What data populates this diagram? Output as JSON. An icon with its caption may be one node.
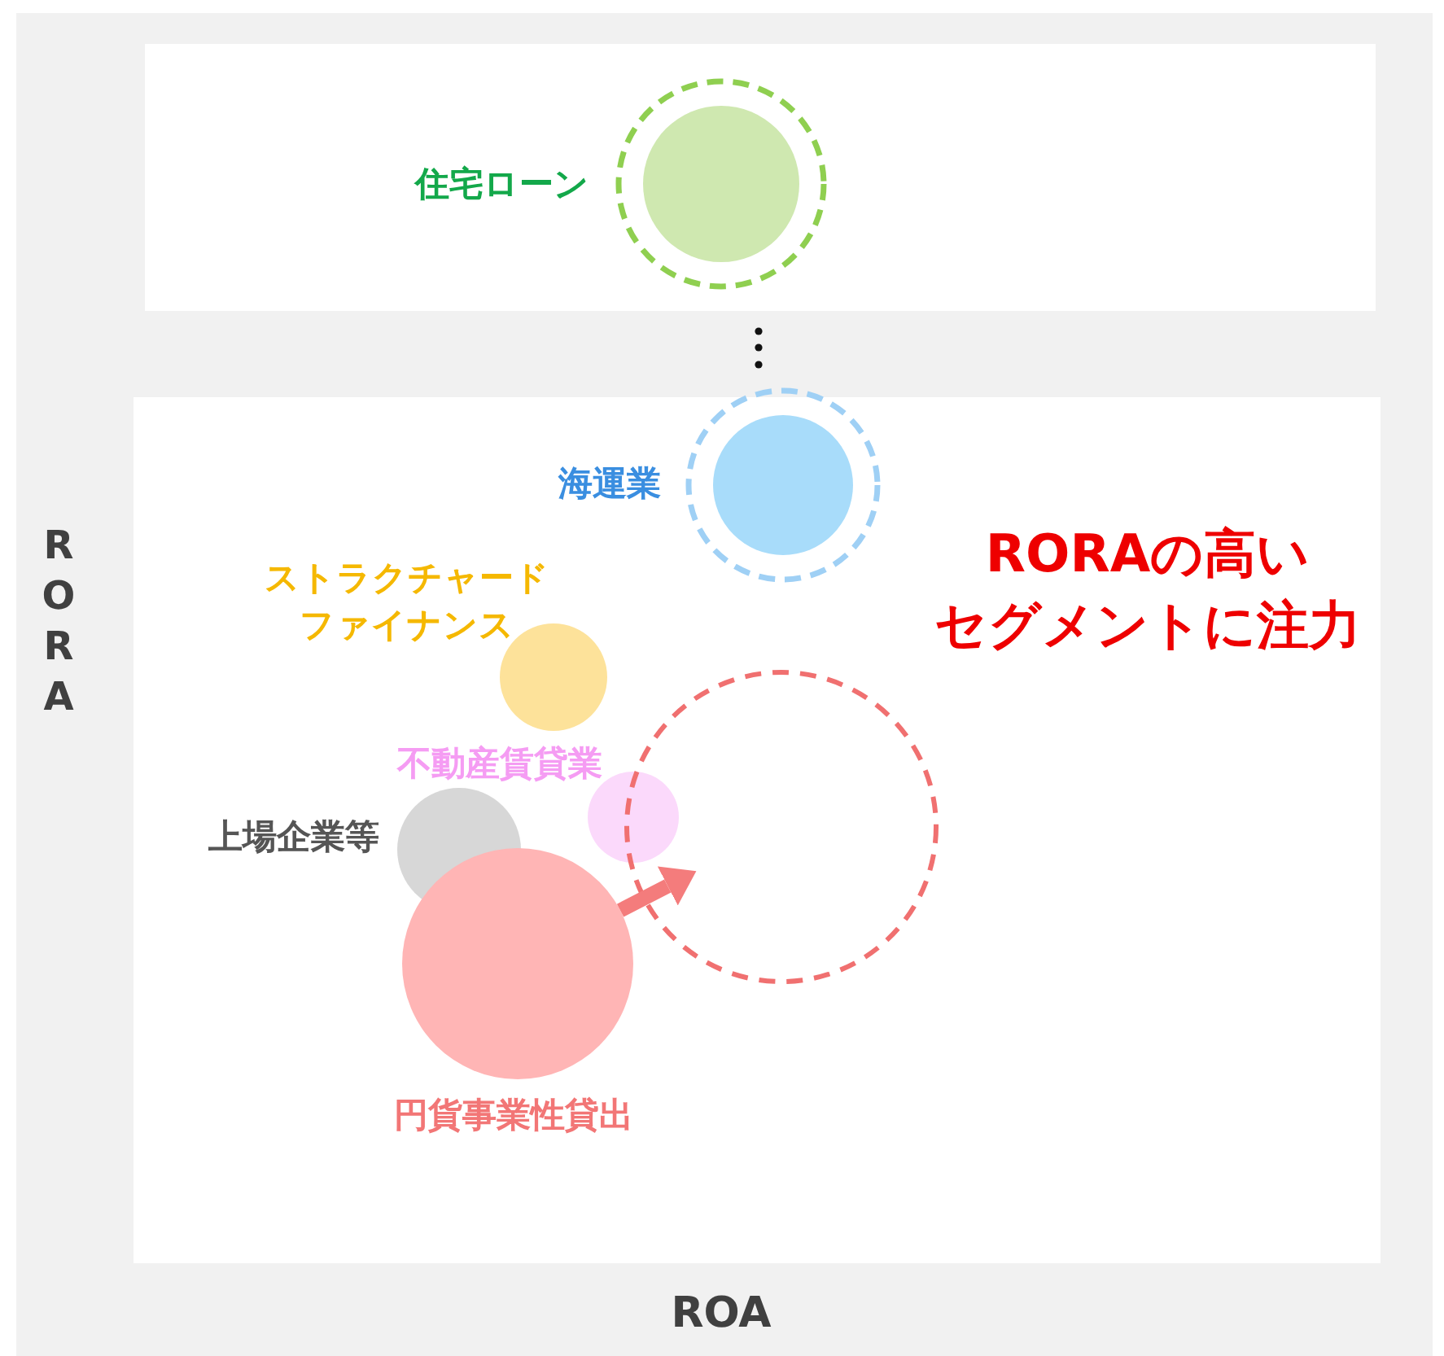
{
  "diagram": {
    "nodes": [
      {
        "text": [
          "住宅ローン"
        ]
      },
      {
        "text": [
          "海運業"
        ]
      },
      {
        "text": [
          "ストラクチャードファイナンス"
        ]
      },
      {
        "text": [
          "不動産賃貸業"
        ]
      },
      {
        "text": [
          "上場企業等"
        ]
      },
      {
        "text": [
          "円貨事業性貸出"
        ]
      },
      {
        "text": [],
        "shape": "circle"
      }
    ],
    "edges": [
      {
        "from": 5,
        "to": 6,
        "arrow": "to",
        "color": "#f47c7c"
      }
    ],
    "labels": [
      "RORAの高いセグメントに注力",
      "RORA",
      "ROA"
    ]
  }
}
